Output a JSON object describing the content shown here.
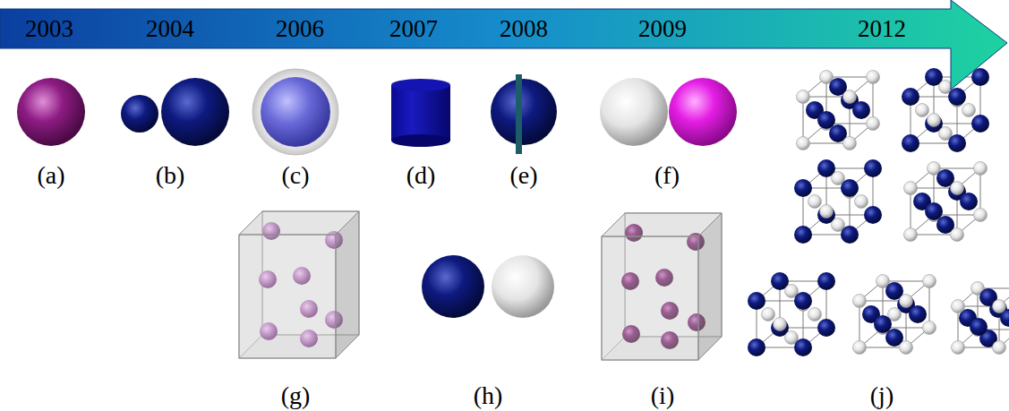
{
  "diagram": {
    "nodes": [
      {
        "text": [
          "2003",
          "2004",
          "2006",
          "2007",
          "2008",
          "2009",
          "2012"
        ]
      }
    ],
    "labels": [
      "(a)",
      "(b)",
      "(c)",
      "(d)",
      "(e)",
      "(f)",
      "(g)",
      "(h)",
      "(i)",
      "(j)"
    ]
  }
}
